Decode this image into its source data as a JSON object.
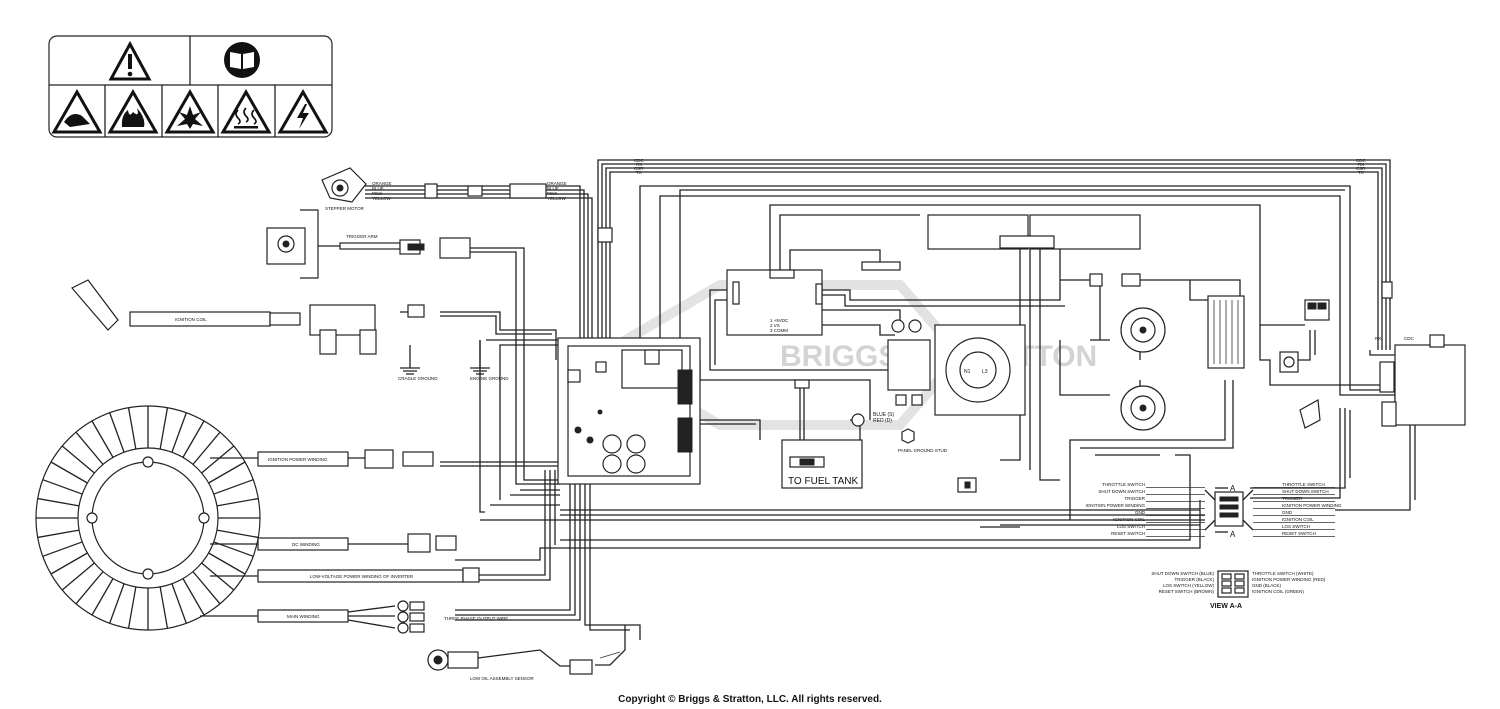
{
  "labels": {
    "stepper_motor": "STEPPER MOTOR",
    "orange": "ORANGE",
    "blue": "BLUE",
    "pink": "PINK",
    "yellow": "YELLOW",
    "trigger_arm": "TRIGGER ARM",
    "ignition_coil": "IGNITION COIL",
    "cradle_ground": "CRADLE GROUND",
    "engine_ground": "ENGINE GROUND",
    "ignition_power_winding": "IGNITION POWER WINDING",
    "dc_winding": "DC WINDING",
    "low_voltage_winding": "LOW-VOLTAGE POWER WINDING OF INVERTER",
    "main_winding": "MAIN WINDING",
    "three_phase": "THREE PHASE OUTPUT WIRE",
    "low_oil_sensor": "LOW OIL ASSEMBLY SENSOR",
    "to_fuel_tank": "TO FUEL TANK",
    "blue_s": "BLUE (S)",
    "red_d": "RED (D)",
    "panel_ground": "PANEL GROUND STUD",
    "cdc": "CDC",
    "rx": "RX",
    "csr": "CSR",
    "tx": "TX",
    "plus5vdc": "1 +5VDC",
    "twovs": "2 VS",
    "threecomm": "3 COMM",
    "n1": "N1",
    "l3": "L3",
    "view_aa": "VIEW A-A",
    "a": "A",
    "left_list": [
      "THROTTLE SWITCH",
      "SHUT DOWN SWITCH",
      "TRIGGER",
      "IGNITION POWER WINDING",
      "GND",
      "IGNITION COIL",
      "LOS SWITCH",
      "RESET SWITCH"
    ],
    "right_list": [
      "THROTTLE SWITCH",
      "SHUT DOWN SWITCH",
      "TRIGGER",
      "IGNITION POWER WINDING",
      "GND",
      "IGNITION COIL",
      "LOS SWITCH",
      "RESET SWITCH"
    ],
    "view_left": [
      "SHUT DOWN SWITCH (BLUE)",
      "TRIGGER (BLACK)",
      "LOS SWITCH (YELLOW)",
      "RESET SWITCH (BROWN)"
    ],
    "view_right": [
      "THROTTLE SWITCH (WHITE)",
      "IGNITION POWER WINDING (RED)",
      "GND (BLACK)",
      "IGNITION COIL (GREEN)"
    ],
    "watermark": "BRIGGS & STRATTON",
    "copyright": "Copyright © Briggs & Stratton, LLC. All rights reserved."
  }
}
